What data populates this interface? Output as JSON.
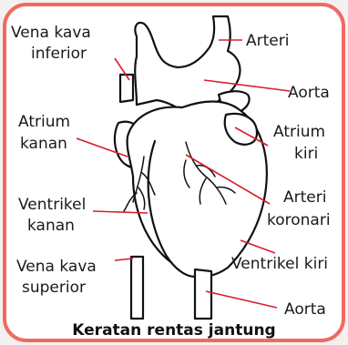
{
  "diagram": {
    "title": "Keratan rentas jantung",
    "labels": {
      "vena_kava_inferior_l1": "Vena kava",
      "vena_kava_inferior_l2": "inferior",
      "arteri": "Arteri",
      "aorta_top": "Aorta",
      "atrium_kanan_l1": "Atrium",
      "atrium_kanan_l2": "kanan",
      "atrium_kiri_l1": "Atrium",
      "atrium_kiri_l2": "kiri",
      "ventrikel_kanan_l1": "Ventrikel",
      "ventrikel_kanan_l2": "kanan",
      "arteri_koronari_l1": "Arteri",
      "arteri_koronari_l2": "koronari",
      "ventrikel_kiri": "Ventrikel kiri",
      "vena_kava_superior_l1": "Vena kava",
      "vena_kava_superior_l2": "superior",
      "aorta_bottom": "Aorta"
    },
    "colors": {
      "border": "#ee6b63",
      "leader_line": "#d81e2b"
    }
  }
}
